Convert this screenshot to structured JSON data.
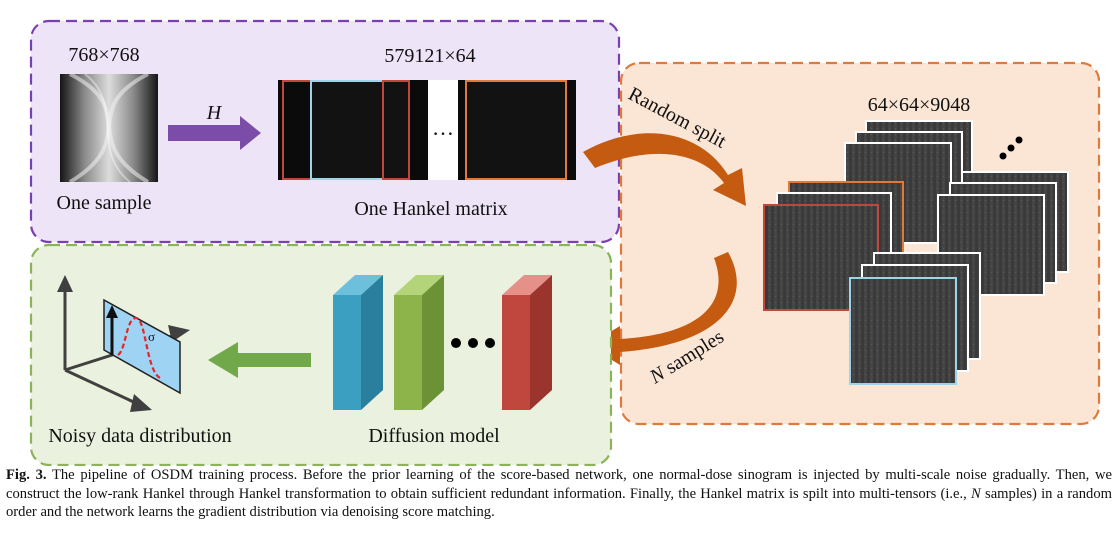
{
  "panel_top": {
    "sample_size": "768×768",
    "operator": "H",
    "hankel_size": "579121×64",
    "sample_label": "One sample",
    "hankel_label": "One Hankel matrix",
    "ellipsis": "…"
  },
  "panel_right": {
    "tensor_size": "64×64×9048",
    "split_label": "Random split",
    "samples_var": "N",
    "samples_word": " samples"
  },
  "panel_bottom": {
    "noisy_label": "Noisy data distribution",
    "diffusion_label": "Diffusion model",
    "sigma": "σ"
  },
  "caption": {
    "fig_label": "Fig. 3.",
    "text_1": " The pipeline of OSDM training process. Before the prior learning of the score-based network, one normal-dose sinogram is injected by multi-scale noise gradually. Then, we construct the low-rank Hankel through Hankel transformation to obtain sufficient redundant information. Finally, the Hankel matrix is spilt into multi-tensors (i.e., ",
    "italic_var": "N",
    "text_2": " samples) in a random order and the network learns the gradient distribution via denoising score matching."
  },
  "colors": {
    "purple_panel": "#ede4f8",
    "purple_border": "#7a3fb0",
    "orange_panel": "#fbe6d6",
    "orange_border": "#e07a3a",
    "green_panel": "#eaf1de",
    "green_border": "#8ab35a",
    "arrow_purple": "#7b4da8",
    "arrow_orange": "#c55a11",
    "arrow_green": "#70a84a",
    "block_blue": "#3a9fc0",
    "block_green": "#8cb44a",
    "block_red": "#c0473e"
  }
}
